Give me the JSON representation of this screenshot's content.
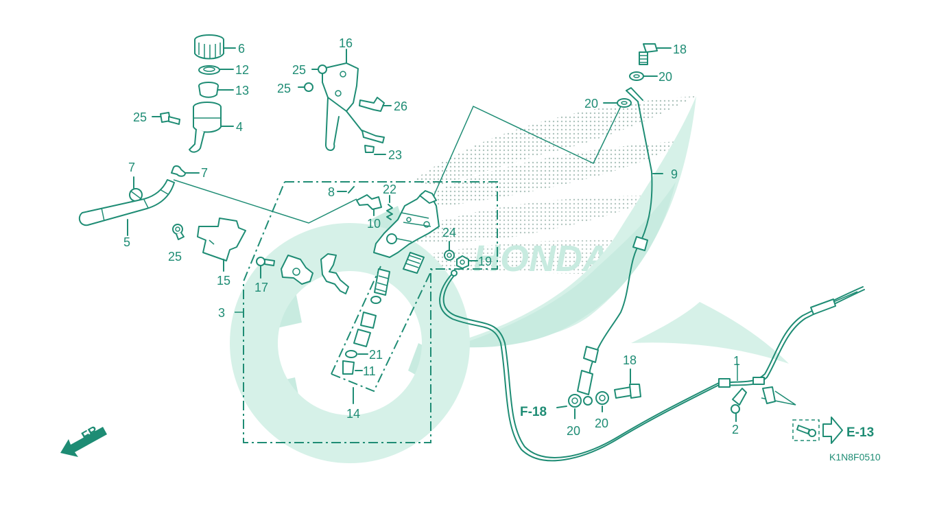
{
  "diagram": {
    "callouts": {
      "c1": "1",
      "c2": "2",
      "c3": "3",
      "c4": "4",
      "c5": "5",
      "c6": "6",
      "c7a": "7",
      "c7b": "7",
      "c8": "8",
      "c9": "9",
      "c10": "10",
      "c11": "11",
      "c12": "12",
      "c13": "13",
      "c14": "14",
      "c15": "15",
      "c16": "16",
      "c17": "17",
      "c18a": "18",
      "c18b": "18",
      "c19": "19",
      "c20a": "20",
      "c20b": "20",
      "c20c": "20",
      "c20d": "20",
      "c21": "21",
      "c22": "22",
      "c23": "23",
      "c24": "24",
      "c25a": "25",
      "c25b": "25",
      "c25c": "25",
      "c25d": "25",
      "c26": "26"
    },
    "refs": {
      "left": "F-18",
      "right": "E-13"
    },
    "direction_label": "FR.",
    "diagram_code": "K1N8F0510",
    "watermark_text": "HONDA",
    "colors": {
      "line": "#1e8c74",
      "watermark": "#c8ebe0",
      "dots": "#9fb8b0"
    },
    "icons": {
      "direction": "arrow-left-down-icon",
      "reference": "arrow-right-outline-icon"
    }
  }
}
